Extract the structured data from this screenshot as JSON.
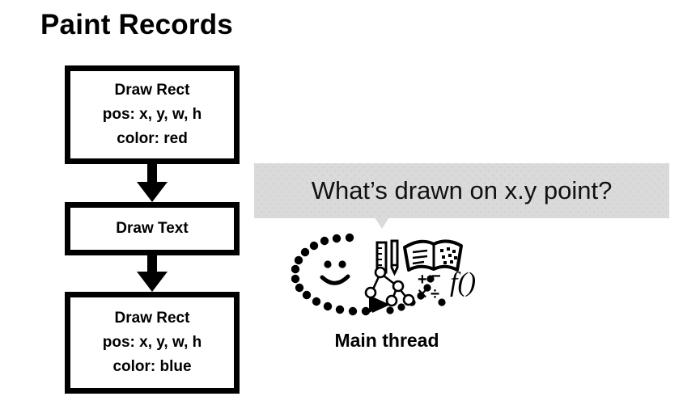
{
  "slide": {
    "title": "Paint Records",
    "background_color": "#ffffff",
    "ink_color": "#000000"
  },
  "paint_records": {
    "boxes": [
      {
        "name": "draw-rect-red",
        "lines": [
          "Draw Rect",
          "pos: x, y, w, h",
          "color: red"
        ]
      },
      {
        "name": "draw-text",
        "lines": [
          "Draw Text"
        ]
      },
      {
        "name": "draw-rect-blue",
        "lines": [
          "Draw Rect",
          "pos: x, y, w, h",
          "color: blue"
        ]
      }
    ],
    "arrow_icon": "arrow-down-icon",
    "arrow_count": 2
  },
  "question": {
    "bubble_text": "What’s drawn on x.y point?",
    "bubble_color": "#dadada",
    "tail_icon": "speech-bubble-tail-icon"
  },
  "thinker": {
    "label": "Main thread",
    "icons": [
      "dotted-oval-head-icon",
      "smiley-face-icon",
      "ruler-icon",
      "pencil-icon",
      "open-book-icon",
      "node-tree-icon",
      "math-operators-icon",
      "function-notation-icon",
      "chevron-arrow-icon"
    ],
    "math_operators": "+ − × ÷",
    "function_notation": "f()"
  }
}
